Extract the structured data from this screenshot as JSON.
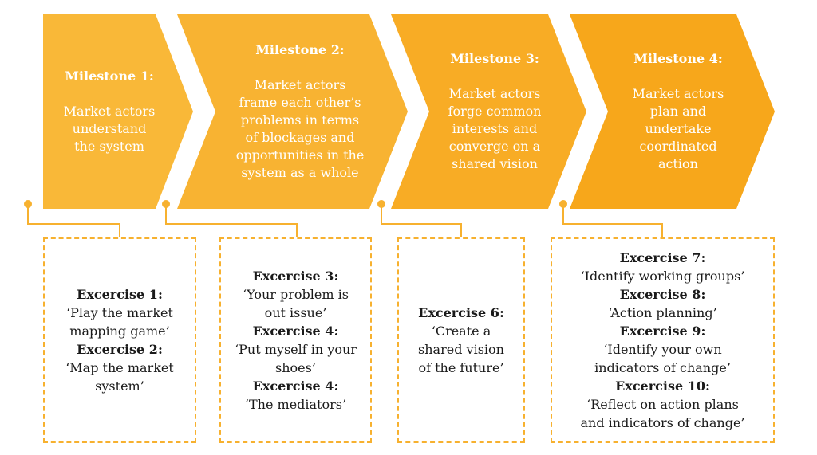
{
  "colors": {
    "milestone_1": "#F9B838",
    "milestone_2": "#F8B332",
    "milestone_3": "#F8AC25",
    "milestone_4": "#F7A71B",
    "dashed_border": "#F7B12F",
    "connector": "#F7B12F"
  },
  "milestones": [
    {
      "title": "Milestone 1:",
      "text": "Market actors\nunderstand\nthe system"
    },
    {
      "title": "Milestone 2:",
      "text": "Market actors\nframe each other’s\nproblems in terms\nof blockages and\nopportunities in the\nsystem as a whole"
    },
    {
      "title": "Milestone 3:",
      "text": "Market actors\nforge common\ninterests and\nconverge on a\nshared vision"
    },
    {
      "title": "Milestone 4:",
      "text": "Market actors\nplan and\nundertake\ncoordinated\naction"
    }
  ],
  "exercise_groups": [
    {
      "items": [
        {
          "title": "Excercise 1:",
          "desc": "‘Play the market\nmapping game’"
        },
        {
          "title": "Excercise 2:",
          "desc": "‘Map the market\nsystem’"
        }
      ]
    },
    {
      "items": [
        {
          "title": "Excercise 3:",
          "desc": "‘Your problem is\nout issue’"
        },
        {
          "title": "Excercise 4:",
          "desc": "‘Put myself in your\nshoes’"
        },
        {
          "title": "Excercise 4:",
          "desc": "‘The mediators’"
        }
      ]
    },
    {
      "items": [
        {
          "title": "Excercise 6:",
          "desc": "‘Create a\nshared vision\nof the future’"
        }
      ]
    },
    {
      "items": [
        {
          "title": "Excercise 7:",
          "desc": "‘Identify working groups’"
        },
        {
          "title": "Excercise 8:",
          "desc": "‘Action planning’"
        },
        {
          "title": "Excercise 9:",
          "desc": "‘Identify your own\nindicators of change’"
        },
        {
          "title": "Excercise 10:",
          "desc": "‘Reflect on action plans\nand indicators of change’"
        }
      ]
    }
  ]
}
